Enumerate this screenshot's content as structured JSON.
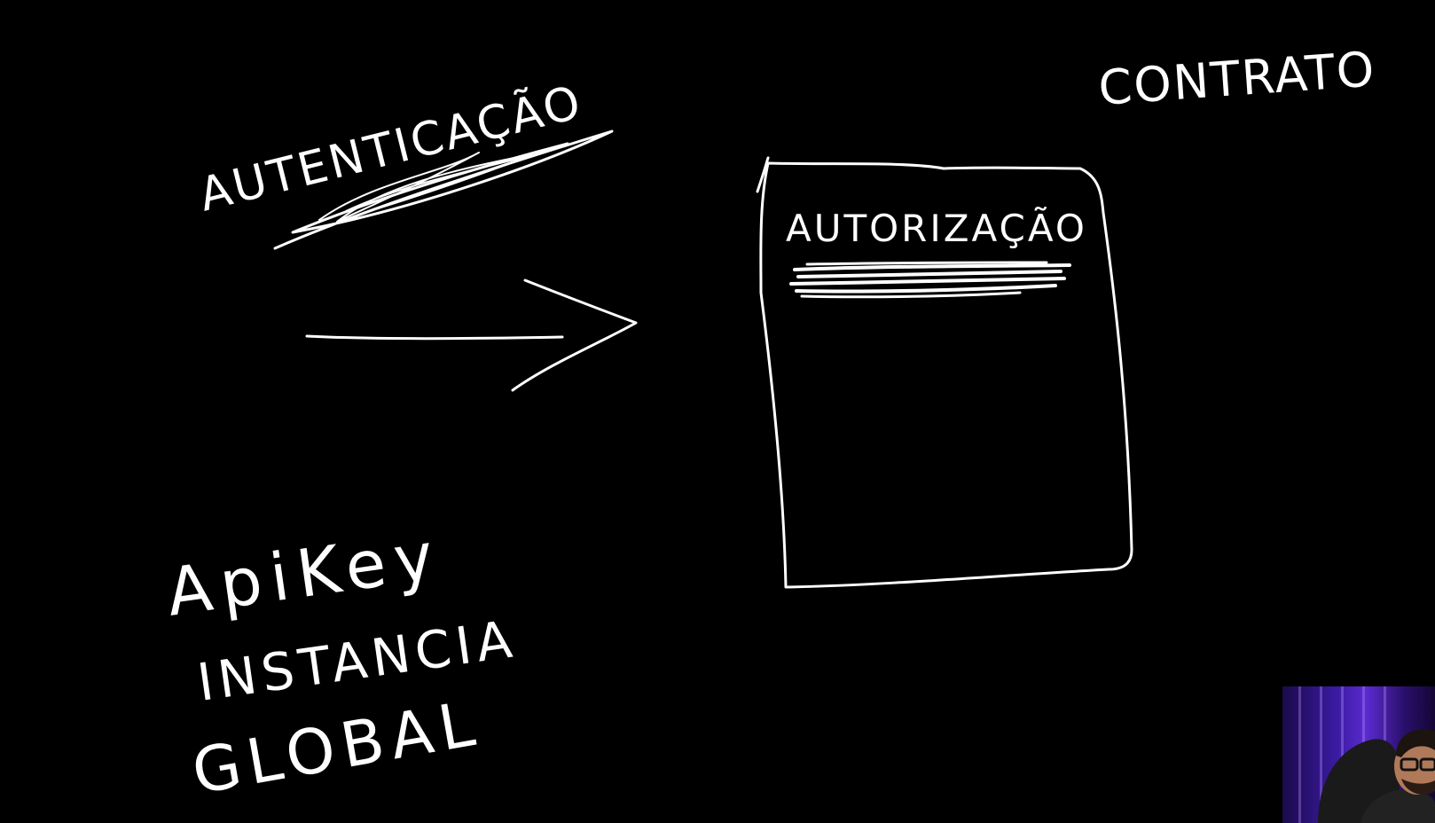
{
  "whiteboard": {
    "ink_color": "#ffffff",
    "background_color": "#000000",
    "labels": {
      "autenticacao": "AUTENTICAÇÃO",
      "contrato": "CONTRATO",
      "autorizacao": "AUTORIZAÇÃO",
      "apikey": "ApiKey",
      "instancia": "INSTANCIA",
      "global": "GLOBAL"
    }
  },
  "webcam": {
    "accent_color": "#5a2bd0",
    "content": "presenter-webcam"
  }
}
